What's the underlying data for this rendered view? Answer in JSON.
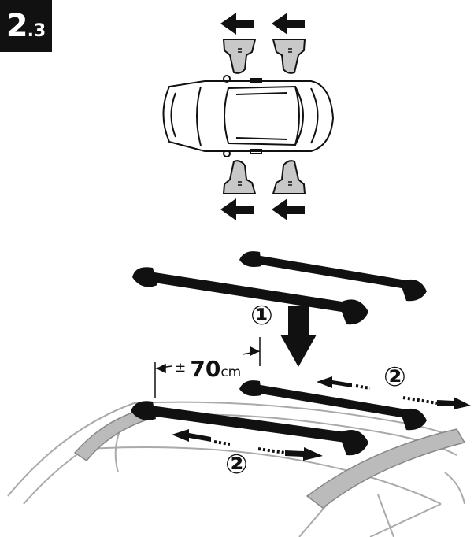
{
  "step": {
    "number": "2",
    "sub": ".3"
  },
  "measurement": {
    "prefix": "±",
    "value": "70",
    "unit": "cm"
  },
  "markers": {
    "one": "①",
    "two": "②"
  }
}
